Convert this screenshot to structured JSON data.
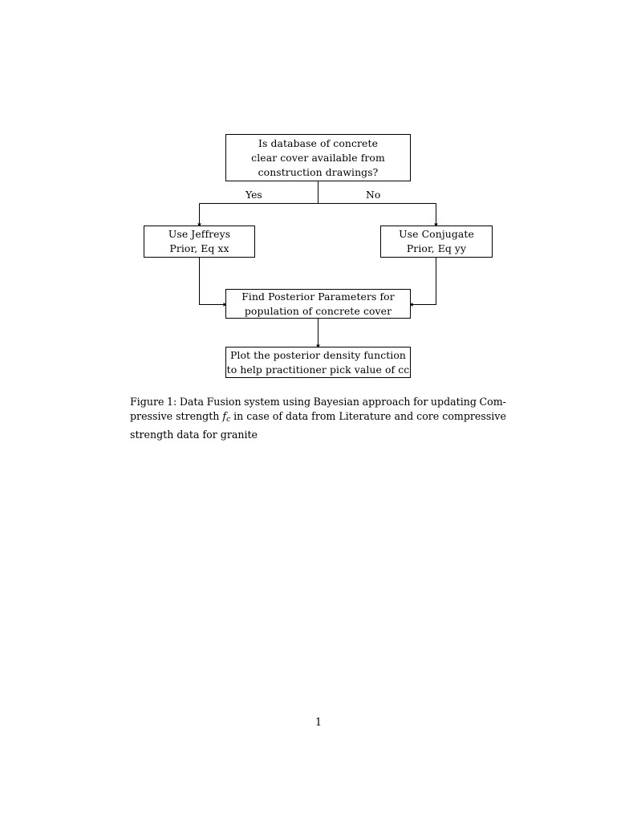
{
  "document": {
    "page_number": "1",
    "background_color": "#ffffff",
    "ink_color": "#000000"
  },
  "figure": {
    "type": "flowchart",
    "nodes": [
      {
        "id": "question",
        "shape": "rectangle",
        "lines": [
          "Is database of concrete",
          "clear cover available from",
          "construction drawings?"
        ]
      },
      {
        "id": "jeffreys",
        "shape": "rectangle",
        "lines": [
          "Use Jeffreys",
          "Prior, Eq xx"
        ]
      },
      {
        "id": "conjugate",
        "shape": "rectangle",
        "lines": [
          "Use Conjugate",
          "Prior, Eq yy"
        ]
      },
      {
        "id": "posterior",
        "shape": "rectangle",
        "lines": [
          "Find Posterior Parameters for",
          "population of concrete cover"
        ]
      },
      {
        "id": "plot",
        "shape": "rectangle",
        "lines": [
          "Plot the posterior density function",
          "to help practitioner pick value of cc"
        ]
      }
    ],
    "branch_labels": {
      "yes": "Yes",
      "no": "No"
    },
    "edges": [
      {
        "from": "question",
        "to": "jeffreys",
        "label": "Yes"
      },
      {
        "from": "question",
        "to": "conjugate",
        "label": "No"
      },
      {
        "from": "jeffreys",
        "to": "posterior",
        "label": ""
      },
      {
        "from": "conjugate",
        "to": "posterior",
        "label": ""
      },
      {
        "from": "posterior",
        "to": "plot",
        "label": ""
      }
    ]
  },
  "caption": {
    "label": "Figure 1:",
    "line1": {
      "words": [
        "Figure",
        "1:",
        "Data",
        "Fusion",
        "system",
        "using",
        "Bayesian",
        "approach",
        "for",
        "updating",
        "Com-"
      ]
    },
    "line2": {
      "pre_words": [
        "pressive",
        "strength"
      ],
      "math": {
        "symbol": "f",
        "subscript": "c"
      },
      "post_words": [
        "in",
        "case",
        "of",
        "data",
        "from",
        "Literature",
        "and",
        "core",
        "compressive"
      ]
    },
    "line3": "strength data for granite",
    "full_text": "Figure 1: Data Fusion system using Bayesian approach for updating Compressive strength fc in case of data from Literature and core compressive strength data for granite"
  }
}
